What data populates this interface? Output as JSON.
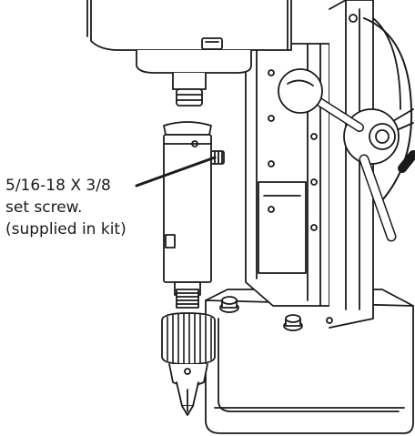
{
  "callout": {
    "lines": [
      "5/16-18 X 3/8",
      "set screw.",
      "(supplied in kit)"
    ]
  },
  "colors": {
    "stroke": "#1a1a1a",
    "paper": "#ffffff",
    "shade": "#e6e6e6"
  }
}
